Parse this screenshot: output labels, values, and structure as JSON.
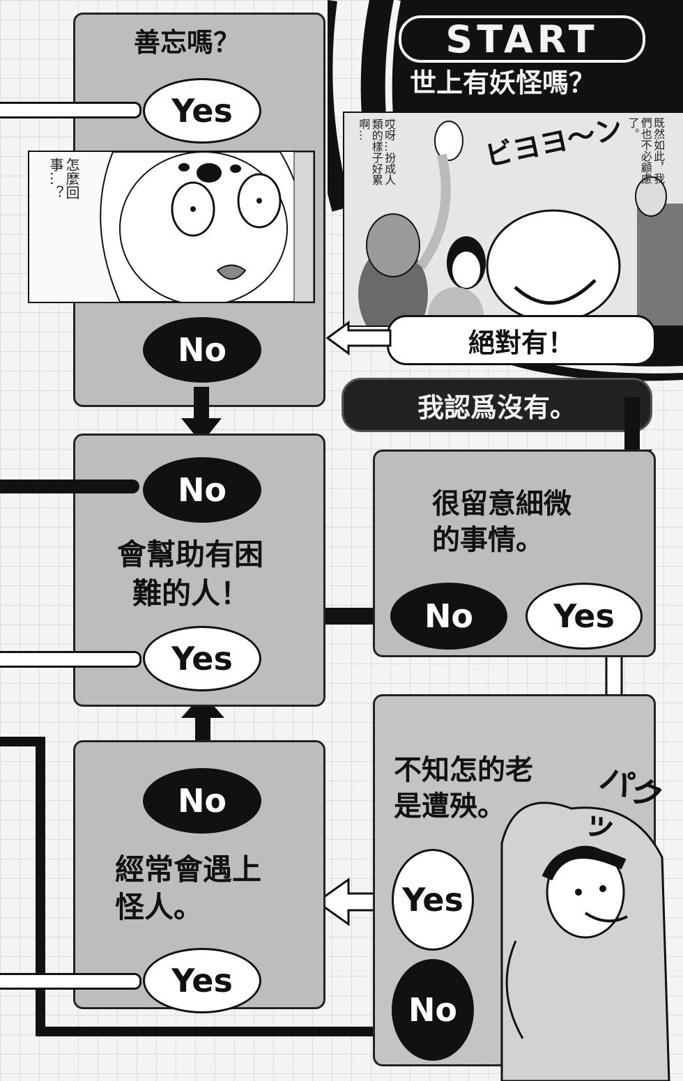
{
  "start": {
    "label": "START",
    "question": "世上有妖怪嗎？"
  },
  "answers": {
    "absolutely_yes": "絕對有！",
    "think_no": "我認爲沒有。"
  },
  "q_forgetful": {
    "text": "善忘嗎？",
    "yes": "Yes",
    "no": "No"
  },
  "q_help": {
    "text_line1": "會幫助有困",
    "text_line2": "難的人！",
    "yes": "Yes",
    "no": "No"
  },
  "q_details": {
    "text_line1": "很留意細微",
    "text_line2": "的事情。",
    "yes": "Yes",
    "no": "No"
  },
  "q_bad_luck": {
    "text_line1": "不知怎的老",
    "text_line2": "是遭殃。",
    "yes": "Yes",
    "no": "No"
  },
  "q_weird": {
    "text_line1": "經常會遇上",
    "text_line2": "怪人。",
    "yes": "Yes",
    "no": "No"
  },
  "manga": {
    "panel1_bubble": "怎麼回事…？",
    "panel2_bubble_left": "哎呀…扮成人類的樣子好累啊…",
    "panel2_bubble_right": "既然如此，我們也不必顧慮了。",
    "panel2_sfx": "ビヨヨ〜ン",
    "panel3_sfx": "パクッ"
  },
  "colors": {
    "box_fill": "#bdbdbd",
    "ink": "#111111",
    "paper": "#f4f4f4"
  }
}
